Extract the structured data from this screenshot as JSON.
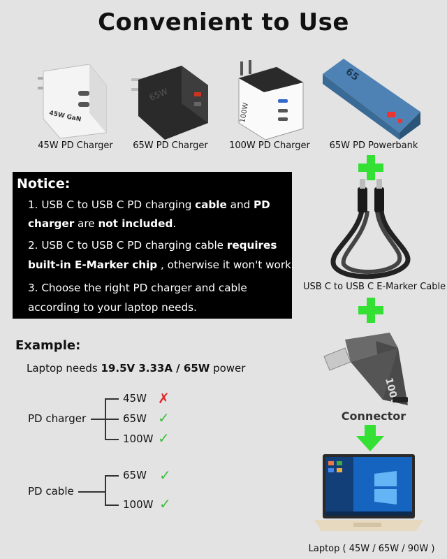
{
  "title": "Convenient to Use",
  "products": [
    {
      "label": "45W PD Charger",
      "print": "45W GaN"
    },
    {
      "label": "65W PD Charger",
      "print": "65W"
    },
    {
      "label": "100W  PD Charger",
      "print": "100W"
    },
    {
      "label": "65W PD Powerbank",
      "print": "65"
    }
  ],
  "notice": {
    "title": "Notice:",
    "item1": {
      "a": "1. USB C to USB C PD charging ",
      "b": "cable",
      "c": " and ",
      "d": "PD",
      "e": "charger",
      "f": " are ",
      "g": "not included",
      "h": "."
    },
    "item2": {
      "a": "2. USB C to USB C PD charging cable ",
      "b": "requires",
      "c": "built-in E-Marker chip",
      "d": " , otherwise it won't work."
    },
    "item3": {
      "a": "3. Choose the right PD charger and cable",
      "b": "according to your laptop needs."
    }
  },
  "cable_label": "USB C to USB C E-Marker Cable",
  "connector": {
    "label": "Connector",
    "print": "100w"
  },
  "laptop_label": "Laptop ( 45W / 65W / 90W )",
  "example": {
    "title": "Example:",
    "desc_prefix": "Laptop needs ",
    "desc_bold": "19.5V 3.33A / 65W",
    "desc_suffix": " power",
    "charger": {
      "label": "PD charger",
      "options": [
        "45W",
        "65W",
        "100W"
      ],
      "ok": [
        false,
        true,
        true
      ]
    },
    "cable": {
      "label": "PD cable",
      "options": [
        "65W",
        "100W"
      ],
      "ok": [
        true,
        true
      ]
    }
  },
  "colors": {
    "plus": "#33e033",
    "check": "#3bbf3b",
    "cross": "#e0262a",
    "notice_bg": "#000000"
  }
}
